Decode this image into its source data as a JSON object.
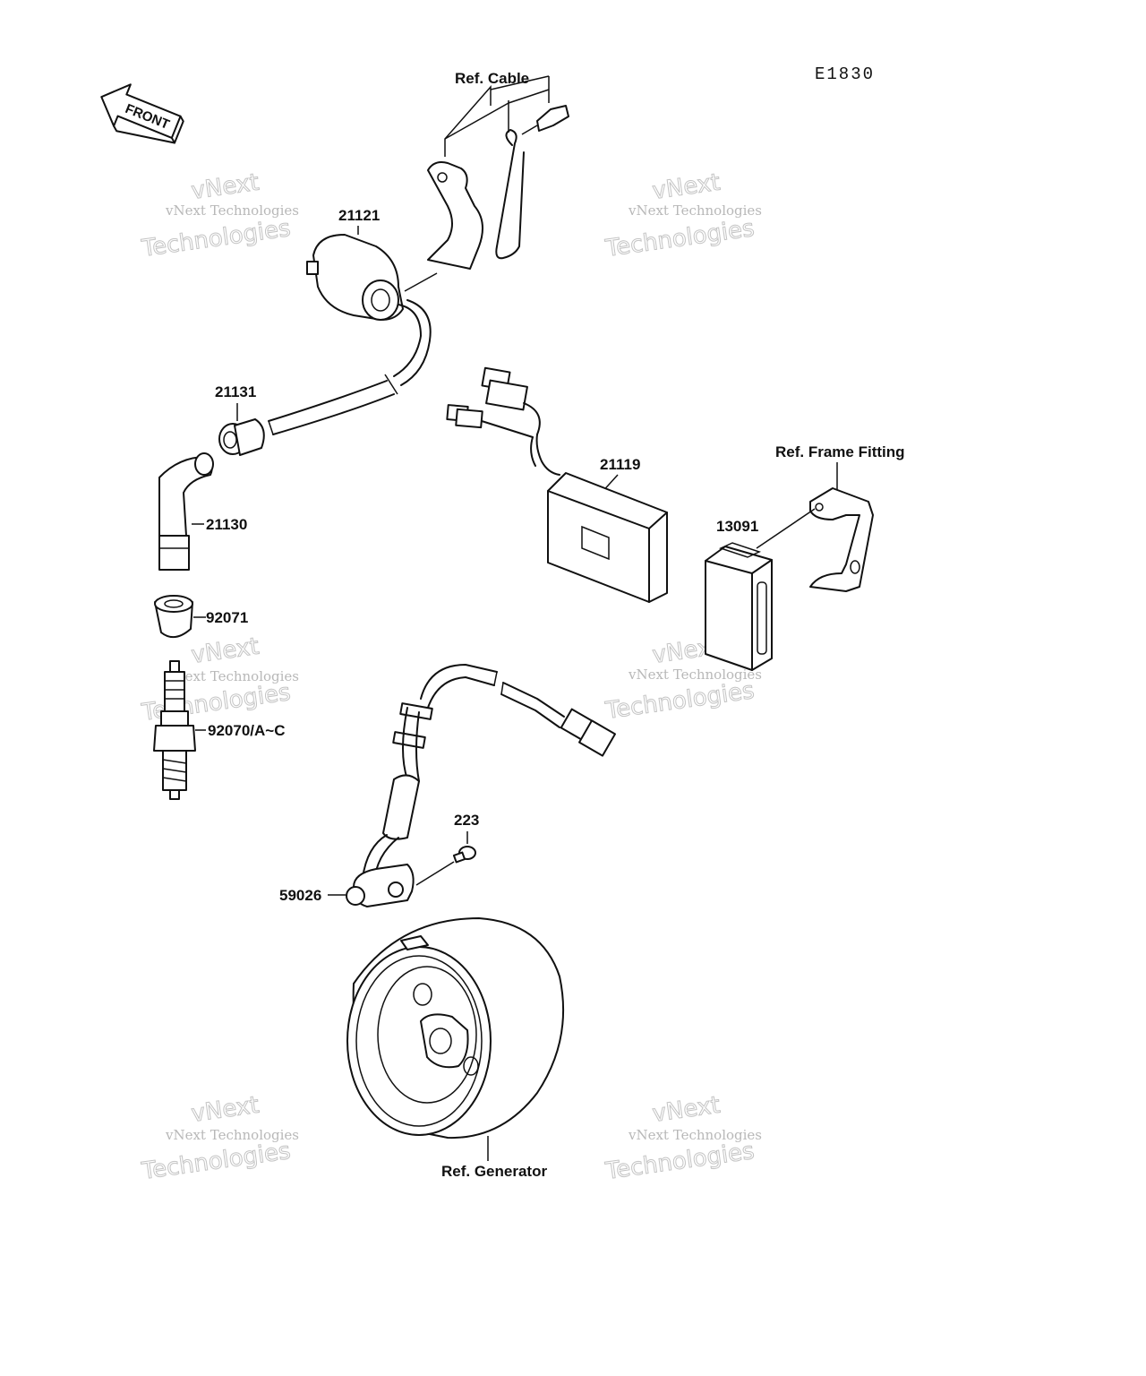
{
  "diagram_code": "E1830",
  "front_label": "FRONT",
  "labels": {
    "ref_cable": "Ref. Cable",
    "p21121": "21121",
    "p21131": "21131",
    "p21130": "21130",
    "p21119": "21119",
    "ref_frame_fitting": "Ref. Frame Fitting",
    "p13091": "13091",
    "p92071": "92071",
    "p92070": "92070/A~C",
    "p223": "223",
    "p59026": "59026",
    "ref_generator": "Ref. Generator"
  },
  "watermark": {
    "line1": "vNext Technologies",
    "line2": "Technologies",
    "line3": "vNext"
  }
}
